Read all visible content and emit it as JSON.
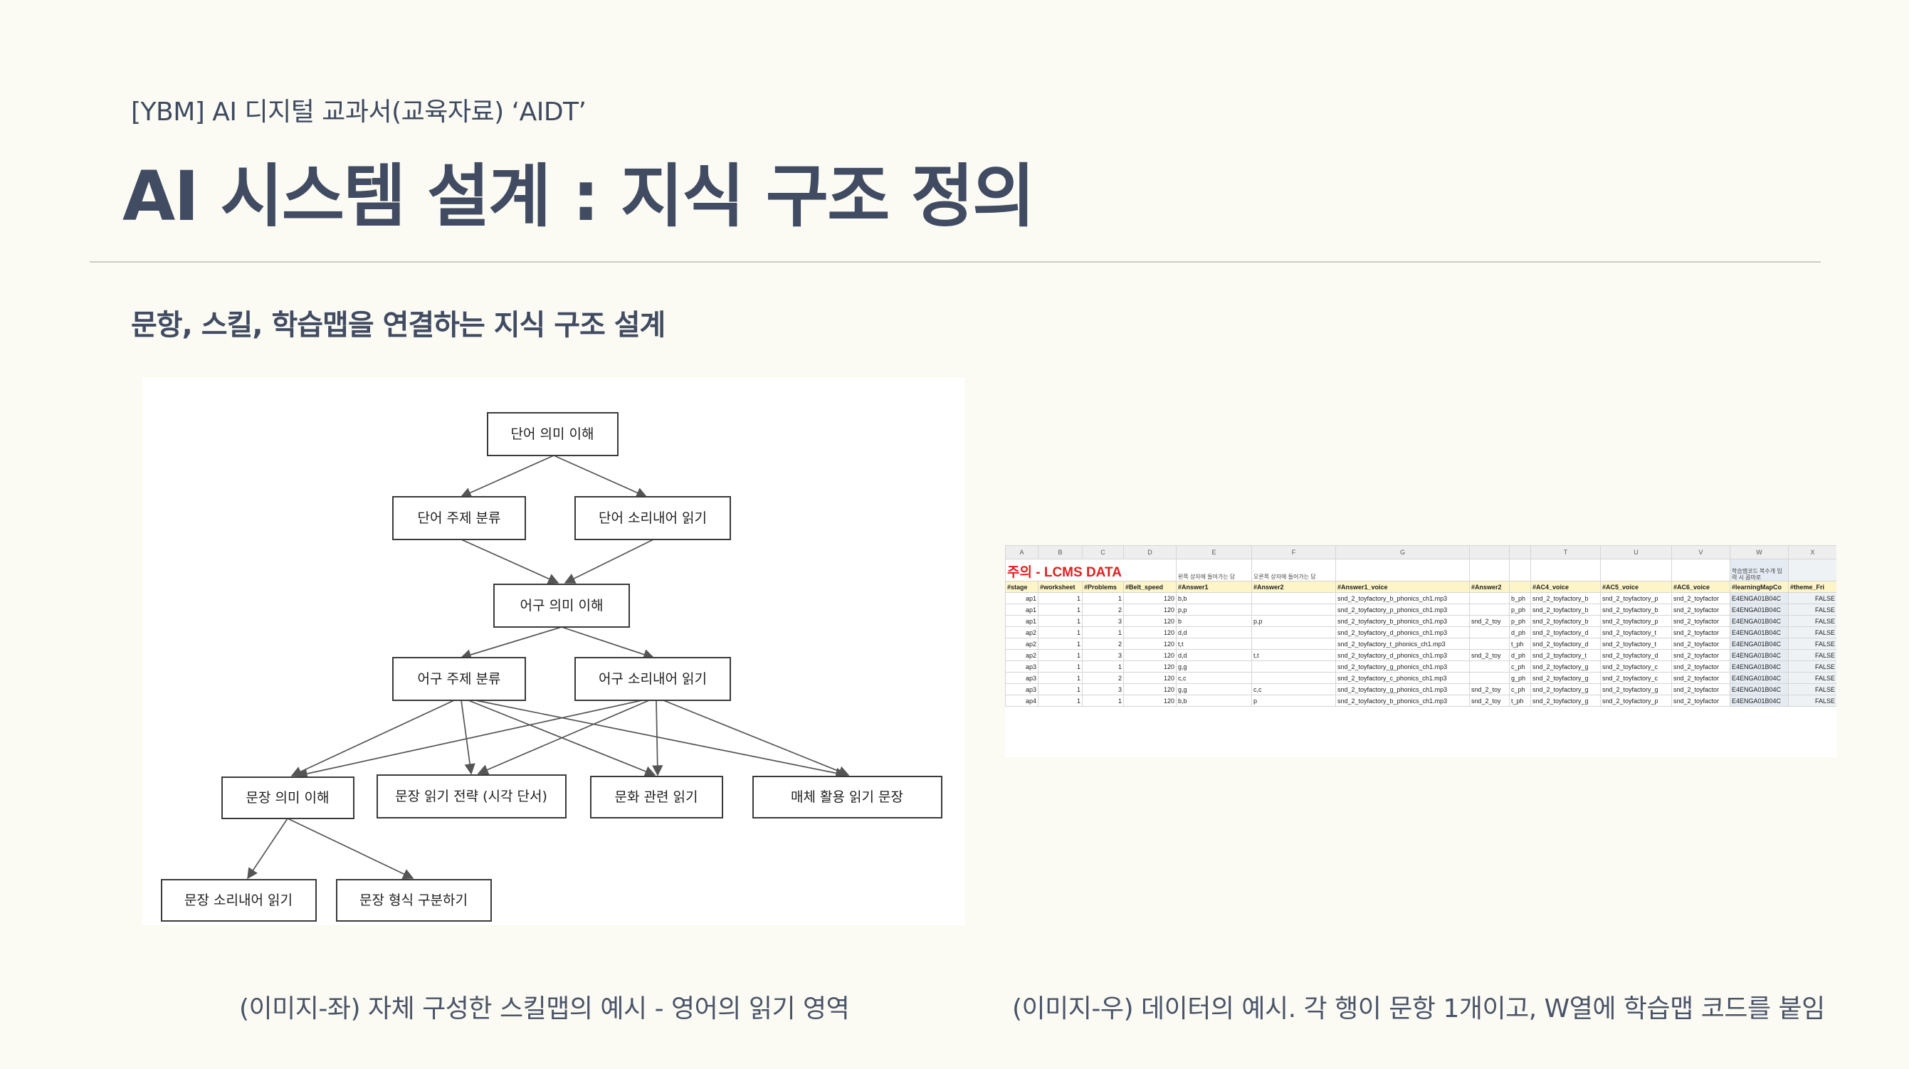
{
  "header": {
    "eyebrow": "[YBM] AI 디지털 교과서(교육자료) ‘AIDT’",
    "title": "AI 시스템 설계 : 지식 구조 정의",
    "subtitle": "문항, 스킬, 학습맵을 연결하는 지식 구조 설계"
  },
  "skill_map": {
    "nodes": [
      {
        "id": "word-meaning",
        "label": "단어 의미 이해"
      },
      {
        "id": "word-topic",
        "label": "단어 주제 분류"
      },
      {
        "id": "word-readaloud",
        "label": "단어 소리내어 읽기"
      },
      {
        "id": "phrase-meaning",
        "label": "어구 의미 이해"
      },
      {
        "id": "phrase-topic",
        "label": "어구 주제 분류"
      },
      {
        "id": "phrase-readaloud",
        "label": "어구 소리내어 읽기"
      },
      {
        "id": "sentence-meaning",
        "label": "문장 의미 이해"
      },
      {
        "id": "sentence-strategy",
        "label": "문장 읽기 전략 (시각 단서)"
      },
      {
        "id": "culture-reading",
        "label": "문화 관련 읽기"
      },
      {
        "id": "media-reading",
        "label": "매체 활용 읽기 문장"
      },
      {
        "id": "sentence-readaloud",
        "label": "문장 소리내어 읽기"
      },
      {
        "id": "sentence-form",
        "label": "문장 형식 구분하기"
      }
    ]
  },
  "sheet": {
    "columns": [
      "A",
      "B",
      "C",
      "D",
      "E",
      "F",
      "G",
      "",
      "",
      "T",
      "U",
      "V",
      "W",
      "X"
    ],
    "notice": "주의",
    "notice_title": " - LCMS DATA",
    "pre_e": "왼쪽 상자에 들어가는 답",
    "pre_f": "오른쪽 상자에 들어가는 답",
    "pre_w": "학습맵코드  복수개 입력 시 콤마로",
    "headers": [
      "#stage",
      "#worksheet",
      "#Problems",
      "#Belt_speed",
      "#Answer1",
      "#Answer2",
      "#Answer1_voice",
      "#Answer2",
      "",
      "#AC4_voice",
      "#AC5_voice",
      "#AC6_voice",
      "#learningMapCo",
      "#theme_Fri"
    ],
    "rows": [
      [
        "ap1",
        "1",
        "1",
        "120",
        "b,b",
        "",
        "snd_2_toyfactory_b_phonics_ch1.mp3",
        "",
        "b_ph",
        "snd_2_toyfactory_b",
        "snd_2_toyfactory_p",
        "snd_2_toyfactor",
        "E4ENGA01B04C",
        "FALSE"
      ],
      [
        "ap1",
        "1",
        "2",
        "120",
        "p,p",
        "",
        "snd_2_toyfactory_p_phonics_ch1.mp3",
        "",
        "p_ph",
        "snd_2_toyfactory_b",
        "snd_2_toyfactory_b",
        "snd_2_toyfactor",
        "E4ENGA01B04C",
        "FALSE"
      ],
      [
        "ap1",
        "1",
        "3",
        "120",
        "b",
        "p,p",
        "snd_2_toyfactory_b_phonics_ch1.mp3",
        "snd_2_toy",
        "p_ph",
        "snd_2_toyfactory_b",
        "snd_2_toyfactory_p",
        "snd_2_toyfactor",
        "E4ENGA01B04C",
        "FALSE"
      ],
      [
        "ap2",
        "1",
        "1",
        "120",
        "d,d",
        "",
        "snd_2_toyfactory_d_phonics_ch1.mp3",
        "",
        "d_ph",
        "snd_2_toyfactory_d",
        "snd_2_toyfactory_t",
        "snd_2_toyfactor",
        "E4ENGA01B04C",
        "FALSE"
      ],
      [
        "ap2",
        "1",
        "2",
        "120",
        "t,t",
        "",
        "snd_2_toyfactory_t_phonics_ch1.mp3",
        "",
        "t_ph",
        "snd_2_toyfactory_d",
        "snd_2_toyfactory_t",
        "snd_2_toyfactor",
        "E4ENGA01B04C",
        "FALSE"
      ],
      [
        "ap2",
        "1",
        "3",
        "120",
        "d,d",
        "t,t",
        "snd_2_toyfactory_d_phonics_ch1.mp3",
        "snd_2_toy",
        "d_ph",
        "snd_2_toyfactory_t",
        "snd_2_toyfactory_d",
        "snd_2_toyfactor",
        "E4ENGA01B04C",
        "FALSE"
      ],
      [
        "ap3",
        "1",
        "1",
        "120",
        "g,g",
        "",
        "snd_2_toyfactory_g_phonics_ch1.mp3",
        "",
        "c_ph",
        "snd_2_toyfactory_g",
        "snd_2_toyfactory_c",
        "snd_2_toyfactor",
        "E4ENGA01B04C",
        "FALSE"
      ],
      [
        "ap3",
        "1",
        "2",
        "120",
        "c,c",
        "",
        "snd_2_toyfactory_c_phonics_ch1.mp3",
        "",
        "g_ph",
        "snd_2_toyfactory_g",
        "snd_2_toyfactory_c",
        "snd_2_toyfactor",
        "E4ENGA01B04C",
        "FALSE"
      ],
      [
        "ap3",
        "1",
        "3",
        "120",
        "g,g",
        "c,c",
        "snd_2_toyfactory_g_phonics_ch1.mp3",
        "snd_2_toy",
        "c_ph",
        "snd_2_toyfactory_g",
        "snd_2_toyfactory_g",
        "snd_2_toyfactor",
        "E4ENGA01B04C",
        "FALSE"
      ],
      [
        "ap4",
        "1",
        "1",
        "120",
        "b,b",
        "p",
        "snd_2_toyfactory_b_phonics_ch1.mp3",
        "snd_2_toy",
        "t_ph",
        "snd_2_toyfactory_g",
        "snd_2_toyfactory_p",
        "snd_2_toyfactor",
        "E4ENGA01B04C",
        "FALSE"
      ]
    ]
  },
  "captions": {
    "left": "(이미지-좌) 자체 구성한 스킬맵의 예시 - 영어의 읽기 영역",
    "right": "(이미지-우) 데이터의 예시. 각 행이 문항 1개이고, W열에 학습맵 코드를 붙임"
  }
}
